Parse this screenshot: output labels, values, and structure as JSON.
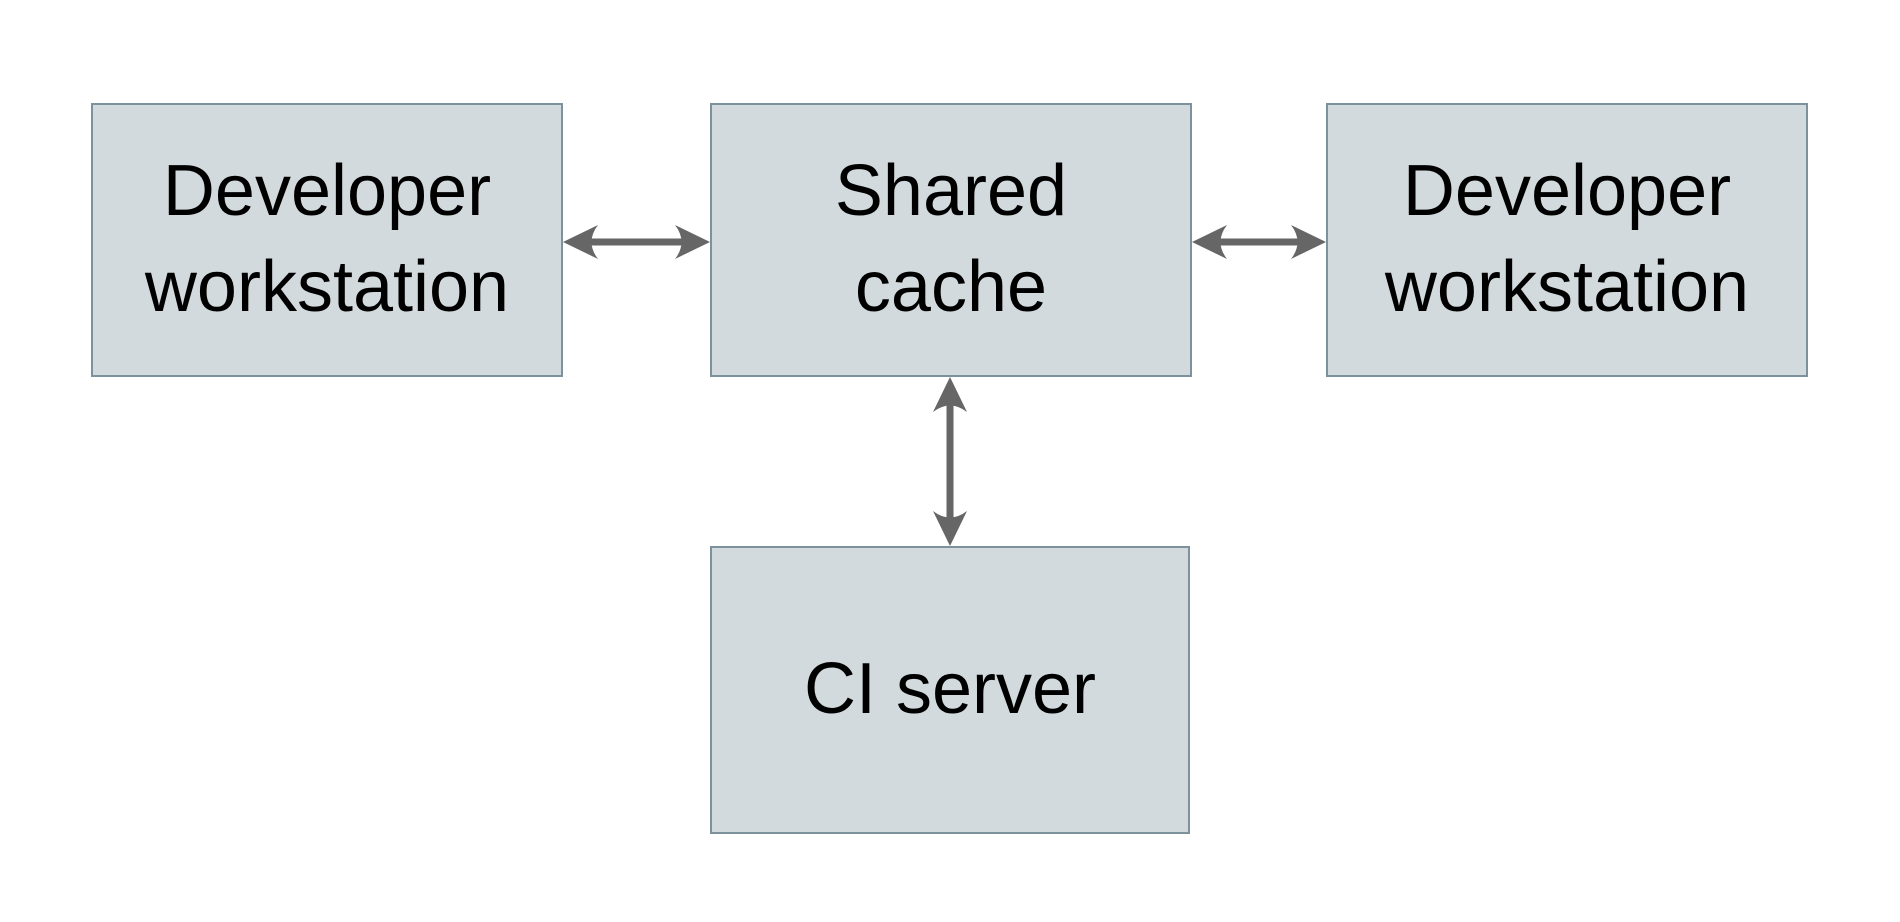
{
  "diagram": {
    "type": "architecture-diagram",
    "background": "#ffffff",
    "nodes": [
      {
        "id": "dev-workstation-left",
        "label": "Developer\nworkstation",
        "fill": "#d3dadd",
        "border": "#7d929d"
      },
      {
        "id": "shared-cache",
        "label": "Shared\ncache",
        "fill": "#d3dadd",
        "border": "#7d929d"
      },
      {
        "id": "dev-workstation-right",
        "label": "Developer\nworkstation",
        "fill": "#d3dadd",
        "border": "#7d929d"
      },
      {
        "id": "ci-server",
        "label": "CI server",
        "fill": "#d3dadd",
        "border": "#7d929d"
      }
    ],
    "edges": [
      {
        "from": "dev-workstation-left",
        "to": "shared-cache",
        "direction": "bidirectional",
        "color": "#666666"
      },
      {
        "from": "shared-cache",
        "to": "dev-workstation-right",
        "direction": "bidirectional",
        "color": "#666666"
      },
      {
        "from": "shared-cache",
        "to": "ci-server",
        "direction": "bidirectional",
        "color": "#666666"
      }
    ],
    "colors": {
      "node_fill": "#d3dadd",
      "node_border": "#7d929d",
      "arrow": "#666666",
      "text": "#000000"
    }
  }
}
